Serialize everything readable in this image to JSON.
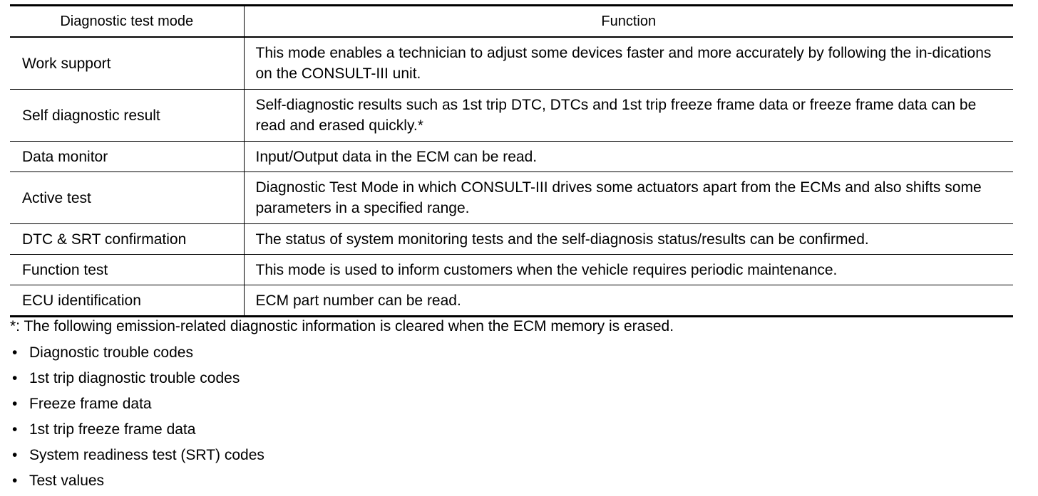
{
  "table": {
    "headers": [
      "Diagnostic test mode",
      "Function"
    ],
    "rows": [
      {
        "mode": "Work support",
        "function": "This mode enables a technician to adjust some devices faster and more accurately by following the in-dications on the CONSULT-III unit."
      },
      {
        "mode": "Self diagnostic result",
        "function": "Self-diagnostic results such as 1st trip DTC, DTCs and 1st trip freeze frame data or freeze frame data can be read and erased quickly.*"
      },
      {
        "mode": "Data monitor",
        "function": "Input/Output data in the ECM can be read."
      },
      {
        "mode": "Active test",
        "function": "Diagnostic Test Mode in which CONSULT-III drives some actuators apart from the ECMs and also shifts some parameters in a specified range."
      },
      {
        "mode": "DTC & SRT confirmation",
        "function": "The status of system monitoring tests and the self-diagnosis status/results can be confirmed."
      },
      {
        "mode": "Function test",
        "function": "This mode is used to inform customers when the vehicle requires periodic maintenance."
      },
      {
        "mode": "ECU identification",
        "function": "ECM part number can be read."
      }
    ]
  },
  "note": "*: The following emission-related diagnostic information is cleared when the ECM memory is erased.",
  "bullet_symbol": "•",
  "bullets": [
    "Diagnostic trouble codes",
    "1st trip diagnostic trouble codes",
    "Freeze frame data",
    "1st trip freeze frame data",
    "System readiness test (SRT) codes",
    "Test values"
  ]
}
